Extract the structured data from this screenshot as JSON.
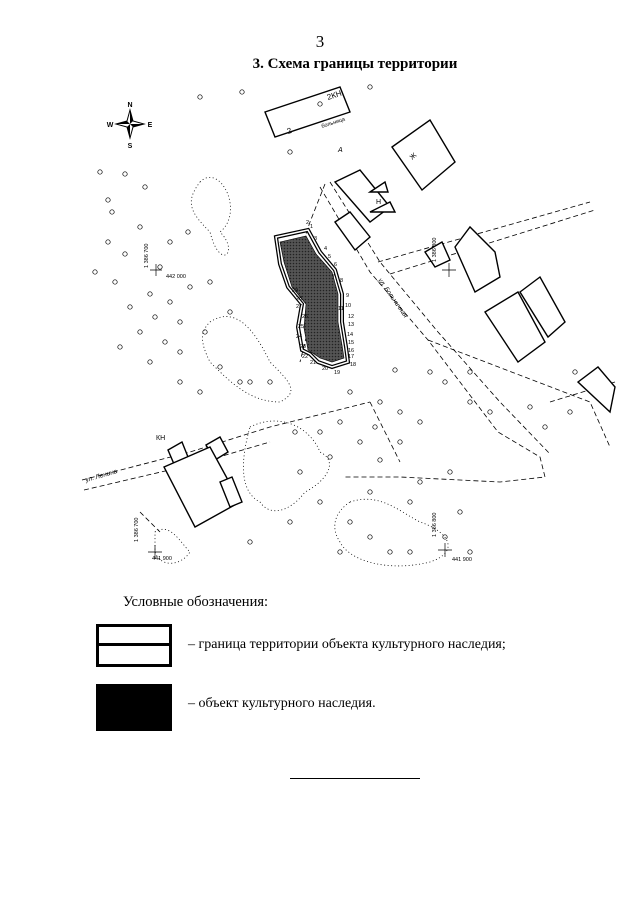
{
  "page_number": "3",
  "title": "3. Схема границы территории",
  "map": {
    "compass": {
      "n": "N",
      "s": "S",
      "w": "W",
      "e": "E"
    },
    "street_labels": [
      "ул. Больничная",
      "ул. Ленина"
    ],
    "building_codes": [
      "2КН",
      "2",
      "Ж",
      "Н",
      "КН"
    ],
    "hospital_label": "больница",
    "zone_label": "А",
    "coordinates": {
      "x_442000": "442 000",
      "x_441900_left": "441 900",
      "x_441900_right": "441 900",
      "y_1386700_left": "1 386 700",
      "y_1386700_bottom": "1 386 700",
      "y_1386800_bottom": "1 386 800",
      "y_1386800_right": "1 386 800"
    },
    "boundary_point_numbers": [
      "1",
      "2",
      "3",
      "4",
      "5",
      "6",
      "7",
      "8",
      "9",
      "10",
      "11",
      "12",
      "13",
      "14",
      "15",
      "16",
      "17",
      "18",
      "19",
      "20",
      "21",
      "22",
      "23",
      "24",
      "25",
      "26",
      "27",
      "28",
      "29"
    ]
  },
  "legend": {
    "heading": "Условные обозначения:",
    "boundary_text": "– граница территории объекта культурного наследия;",
    "object_text": "– объект культурного наследия."
  }
}
